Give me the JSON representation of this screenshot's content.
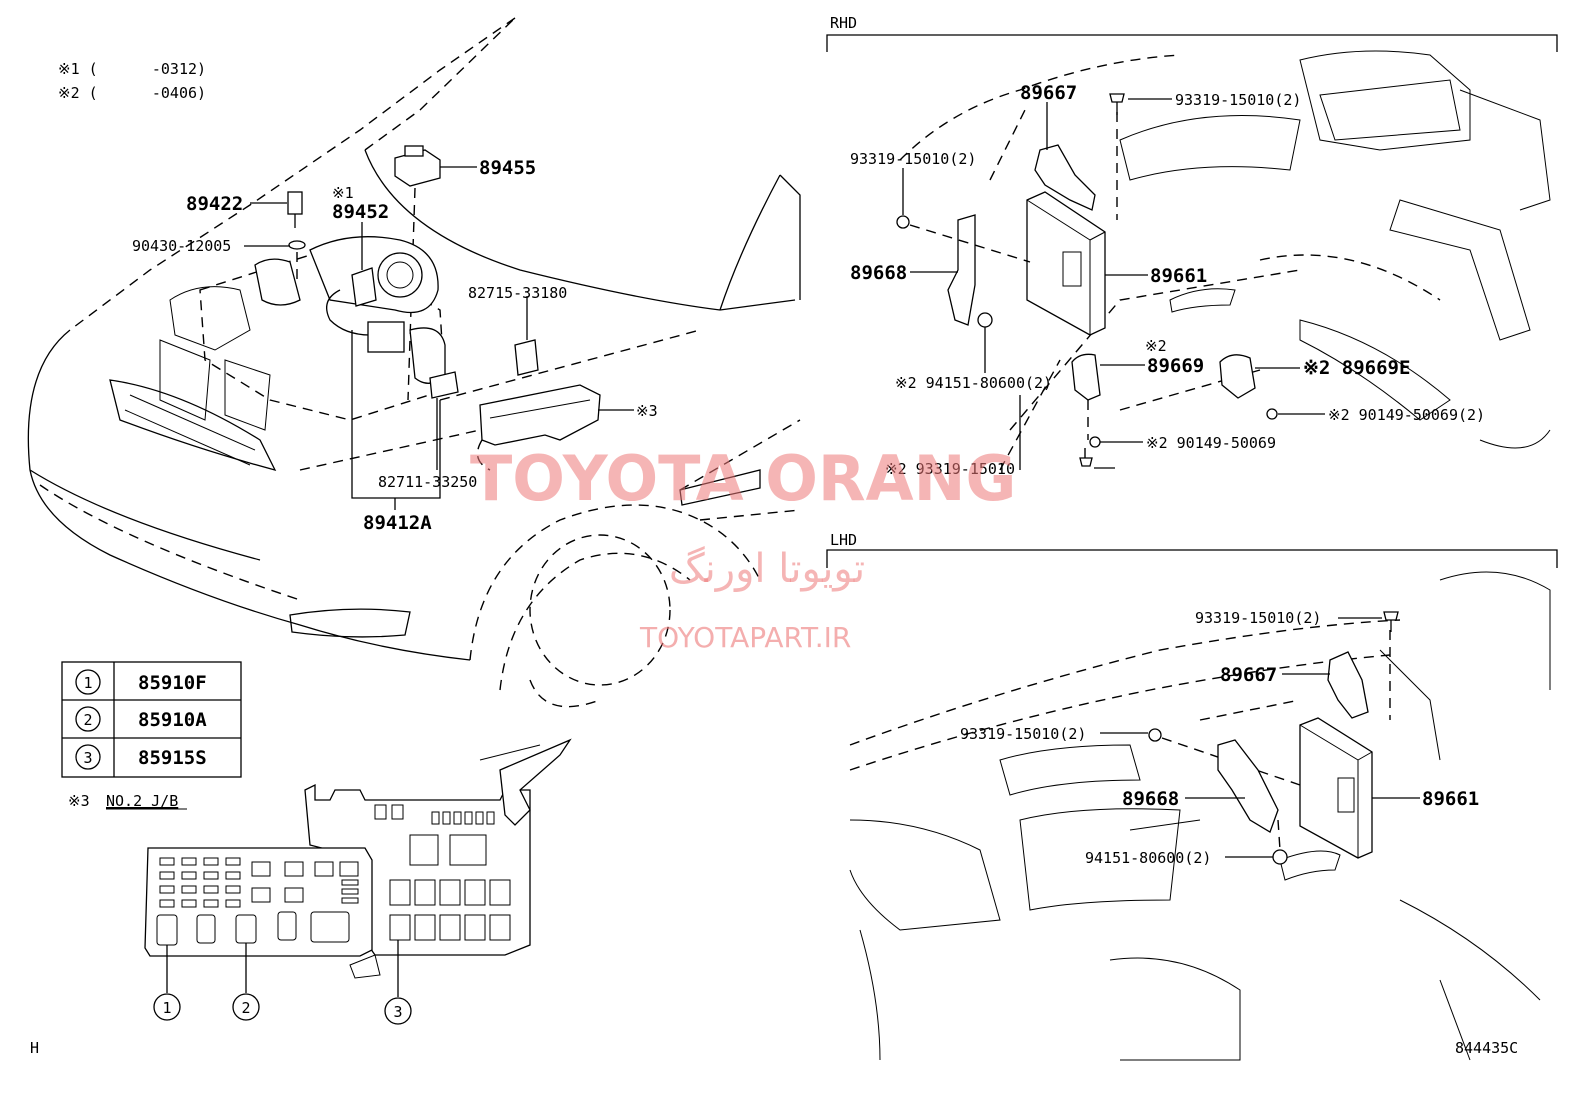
{
  "notes": {
    "n1": "※1 (      -0312)",
    "n2": "※2 (      -0406)",
    "n3_mark": "※3",
    "n3_label": "NO.2 J/B"
  },
  "sections": {
    "rhd": "RHD",
    "lhd": "LHD"
  },
  "engine_labels": {
    "p89422": "89422",
    "p90430": "90430-12005",
    "p89452_mark": "※1",
    "p89452": "89452",
    "p89455": "89455",
    "p82715": "82715-33180",
    "p85915_mark": "※3",
    "p82711": "82711-33250",
    "p89412A": "89412A"
  },
  "rhd_labels": {
    "p89667": "89667",
    "p93319_top": "93319-15010(2)",
    "p93319_left": "93319-15010(2)",
    "p89668": "89668",
    "p89661": "89661",
    "p89669_mark": "※2",
    "p89669": "89669",
    "p89669E": "※2 89669E",
    "p94151": "※2 94151-80600(2)",
    "p90149_a": "※2 90149-50069(2)",
    "p90149_b": "※2 90149-50069",
    "p93319_bottom": "※2 93319-15010"
  },
  "lhd_labels": {
    "p93319_top": "93319-15010(2)",
    "p89667": "89667",
    "p93319_left": "93319-15010(2)",
    "p89668": "89668",
    "p89661": "89661",
    "p94151": "94151-80600(2)"
  },
  "legend": {
    "rows": [
      {
        "num": "1",
        "part": "85910F"
      },
      {
        "num": "2",
        "part": "85910A"
      },
      {
        "num": "3",
        "part": "85915S"
      }
    ]
  },
  "jb_callouts": [
    "1",
    "2",
    "3"
  ],
  "footer": {
    "left": "H",
    "right": "844435C"
  },
  "watermark": {
    "brand": "TOYOTA ORANG",
    "persian": "تویوتا اورنگ",
    "url": "TOYOTAPART.IR"
  }
}
